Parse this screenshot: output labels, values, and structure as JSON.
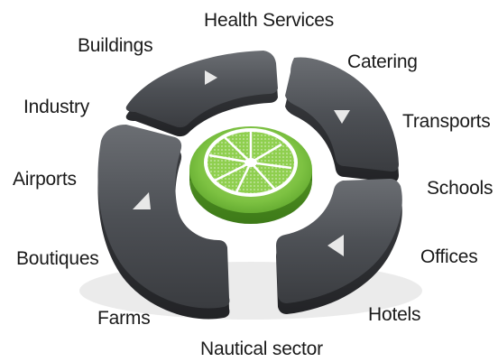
{
  "sectors": {
    "health_services": "Health Services",
    "buildings": "Buildings",
    "catering": "Catering",
    "industry": "Industry",
    "transports": "Transports",
    "airports": "Airports",
    "schools": "Schools",
    "boutiques": "Boutiques",
    "offices": "Offices",
    "farms": "Farms",
    "hotels": "Hotels",
    "nautical_sector": "Nautical sector"
  },
  "colors": {
    "segment_dark": "#4a4d52",
    "segment_light": "#6a6d72",
    "arrow": "#e8e8e8",
    "lime_green": "#7dc242",
    "lime_dark": "#4f9a24"
  },
  "icons": {
    "center": "lime-slice-icon",
    "arrows": "triangle-arrow-icon"
  }
}
